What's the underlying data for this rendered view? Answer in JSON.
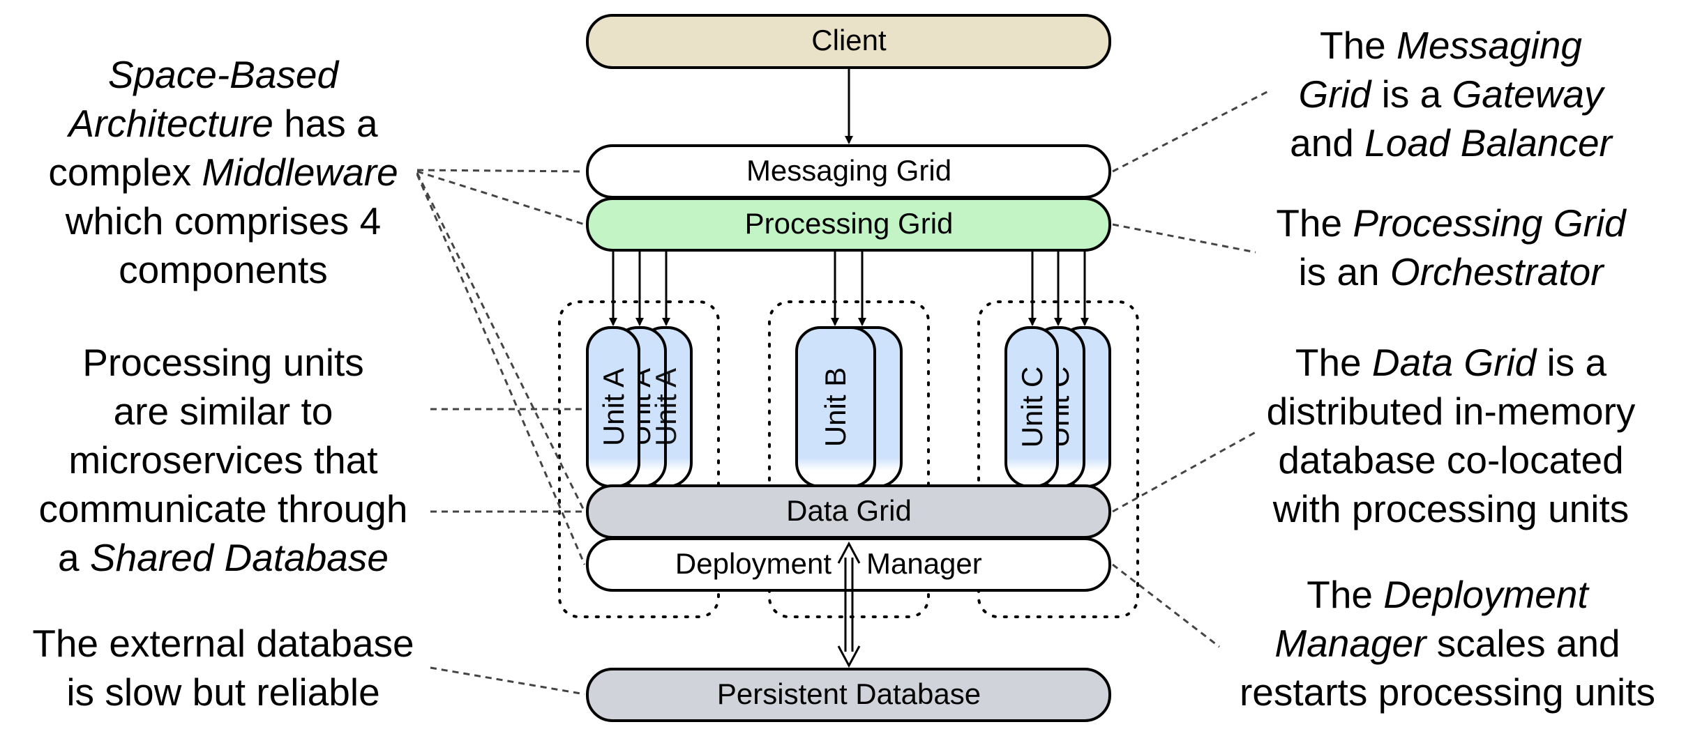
{
  "components": {
    "client": "Client",
    "messaging_grid": "Messaging Grid",
    "processing_grid": "Processing Grid",
    "unit_a": "Unit A",
    "unit_b": "Unit B",
    "unit_c": "Unit C",
    "data_grid": "Data Grid",
    "deployment_manager_left": "Deployment",
    "deployment_manager_right": "Manager",
    "persistent_database": "Persistent Database"
  },
  "notes": {
    "middleware": {
      "line1_italic": "Space-Based",
      "line2_italic": "Architecture",
      "line2_rest": " has a",
      "line3_plain": "complex ",
      "line3_italic": "Middleware",
      "line4": "which comprises 4",
      "line5": "components"
    },
    "processing_units": {
      "line1": "Processing units",
      "line2": "are similar to",
      "line3": "microservices that",
      "line4": "communicate through",
      "line5_plain": "a ",
      "line5_italic": "Shared Database"
    },
    "external_db": {
      "line1": "The external database",
      "line2": "is slow but reliable"
    },
    "messaging": {
      "line1_plain": "The ",
      "line1_italic": "Messaging",
      "line2_italic": "Grid",
      "line2_mid": " is a ",
      "line2_italic2": "Gateway",
      "line3_plain": "and ",
      "line3_italic": "Load Balancer"
    },
    "processing_grid": {
      "line1_plain": "The ",
      "line1_italic": "Processing Grid",
      "line2_plain": "is an ",
      "line2_italic": "Orchestrator"
    },
    "data_grid": {
      "line1_plain": "The ",
      "line1_italic": "Data Grid",
      "line1_rest": " is a",
      "line2": "distributed in-memory",
      "line3": "database co-located",
      "line4": "with processing units"
    },
    "deployment": {
      "line1_plain": "The ",
      "line1_italic": "Deployment",
      "line2_italic": "Manager",
      "line2_rest": " scales and",
      "line3": "restarts processing units"
    }
  },
  "colors": {
    "client_fill": "#e9e2c9",
    "processing_fill": "#c2f4c5",
    "unit_fill": "#cfe2fb",
    "grid_gray": "#d0d4da",
    "outline": "#000000",
    "connector": "#444444"
  }
}
